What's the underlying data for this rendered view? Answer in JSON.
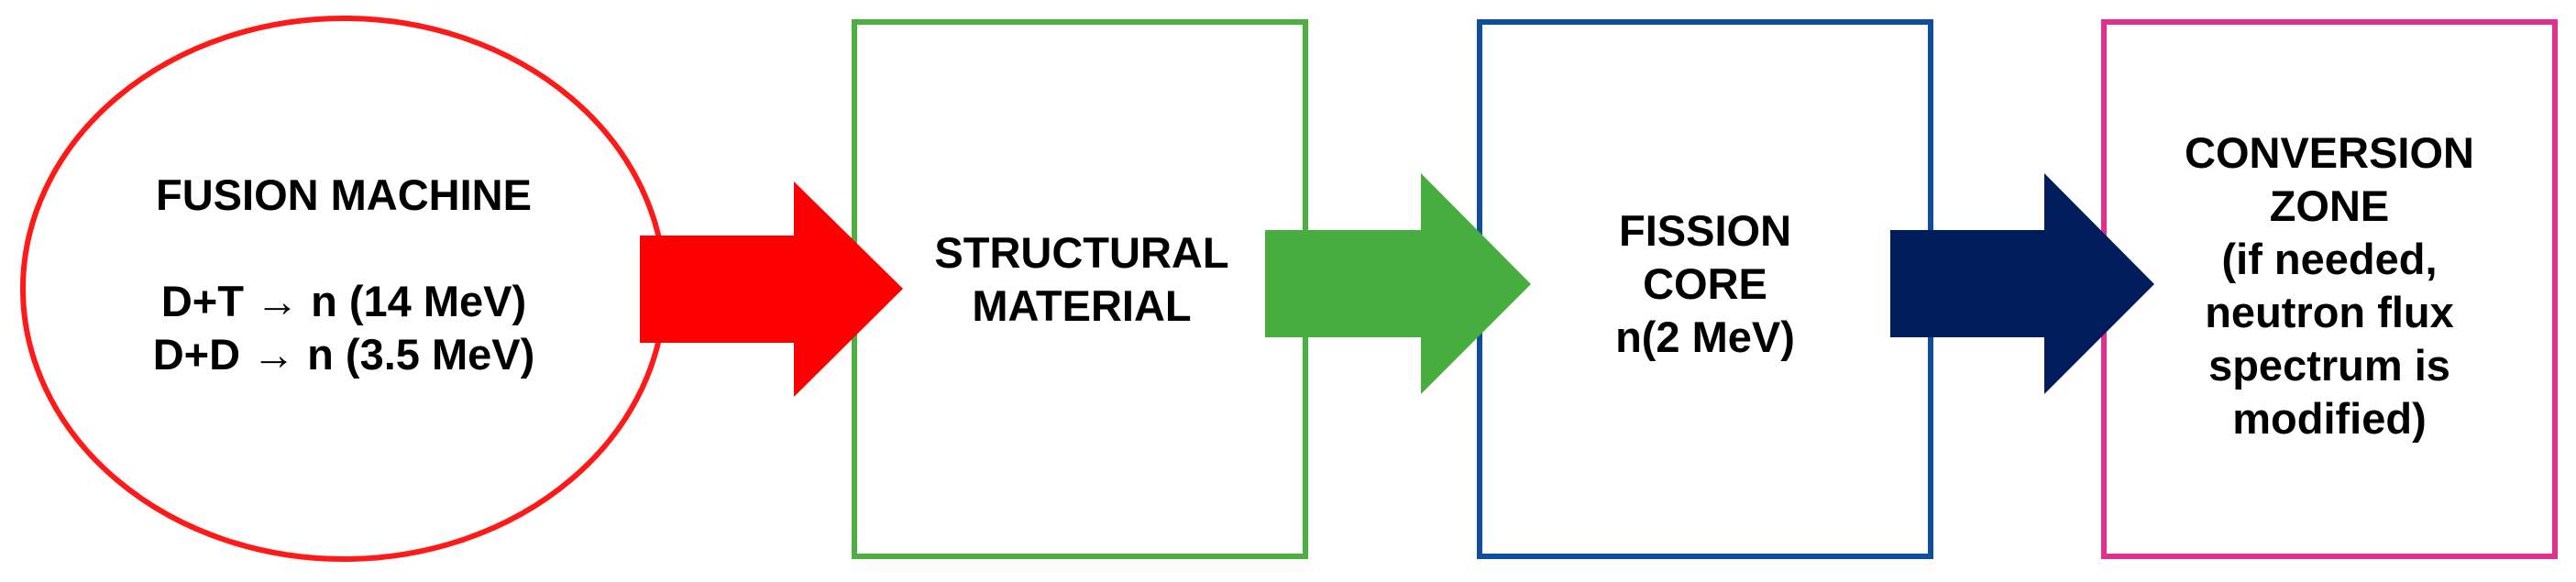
{
  "colors": {
    "fusion": "#ff1a1a",
    "structural": "#4caf3f",
    "fission": "#0d4f9e",
    "conversion": "#e0308f",
    "arrow_red": "#ff0000",
    "arrow_green": "#46ad3e",
    "arrow_navy": "#001c5b"
  },
  "fusion": {
    "title": "FUSION MACHINE",
    "reaction_dt": "D+T → n (14 MeV)",
    "reaction_dd": "D+D → n (3.5 MeV)"
  },
  "structural": {
    "line1": "STRUCTURAL",
    "line2": "MATERIAL"
  },
  "fission": {
    "line1": "FISSION",
    "line2": "CORE",
    "line3": "n(2 MeV)"
  },
  "conversion": {
    "line1": "CONVERSION",
    "line2": "ZONE",
    "line3": "(if needed,",
    "line4": "neutron flux",
    "line5": "spectrum is",
    "line6": "modified)"
  }
}
